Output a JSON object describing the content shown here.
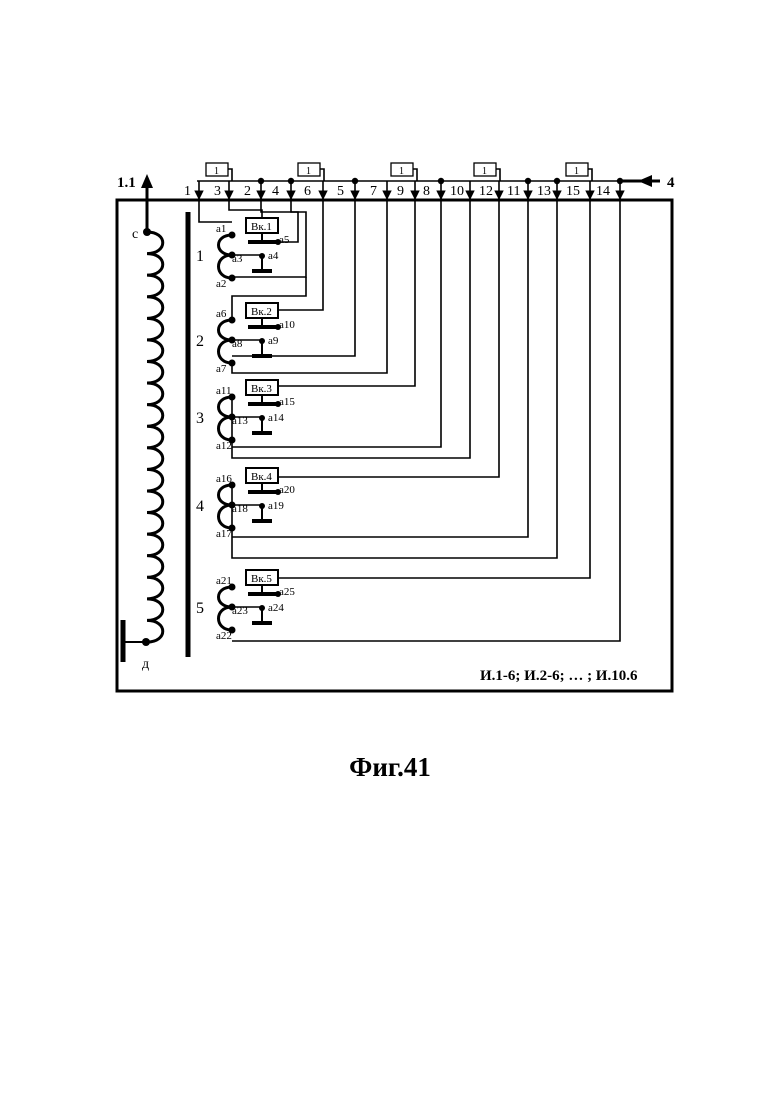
{
  "figure": {
    "caption": "Фиг.41",
    "input_label": "1.1",
    "output_label": "4",
    "footer_note": "И.1-6; И.2-6; … ; И.10.6",
    "coil_top_terminal": "с",
    "coil_bottom_terminal": "д",
    "bus_numbers": [
      "1",
      "3",
      "2",
      "4",
      "6",
      "5",
      "7",
      "9",
      "8",
      "10",
      "12",
      "11",
      "13",
      "15",
      "14"
    ],
    "bus_box_label": "1",
    "units": [
      {
        "number": "1",
        "switch": "Вк.1",
        "top": "а1",
        "mid": "а3",
        "bot": "а2",
        "sw_top": "а5",
        "sw_bot": "а4"
      },
      {
        "number": "2",
        "switch": "Вк.2",
        "top": "а6",
        "mid": "а8",
        "bot": "а7",
        "sw_top": "а10",
        "sw_bot": "а9"
      },
      {
        "number": "3",
        "switch": "Вк.3",
        "top": "а11",
        "mid": "а13",
        "bot": "а12",
        "sw_top": "а15",
        "sw_bot": "а14"
      },
      {
        "number": "4",
        "switch": "Вк.4",
        "top": "а16",
        "mid": "а18",
        "bot": "а17",
        "sw_top": "а20",
        "sw_bot": "а19"
      },
      {
        "number": "5",
        "switch": "Вк.5",
        "top": "а21",
        "mid": "а23",
        "bot": "а22",
        "sw_top": "а25",
        "sw_bot": "а24"
      }
    ]
  }
}
